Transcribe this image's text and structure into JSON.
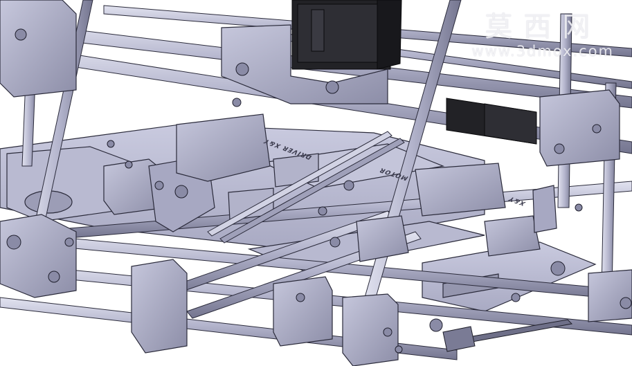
{
  "watermark": {
    "brand_cn": "莫西网",
    "url": "www.3dmox.com"
  },
  "engravings": {
    "label_a": "DRIVER X&Y",
    "label_b": "MOTOR",
    "label_c": "X&Y"
  },
  "colors": {
    "background": "#ffffff",
    "metal_light": "#bfc0d6",
    "metal_mid": "#9a9bb4",
    "metal_dark": "#6e6f88",
    "edge": "#2a2a3a",
    "motor": "#1e1e22"
  }
}
